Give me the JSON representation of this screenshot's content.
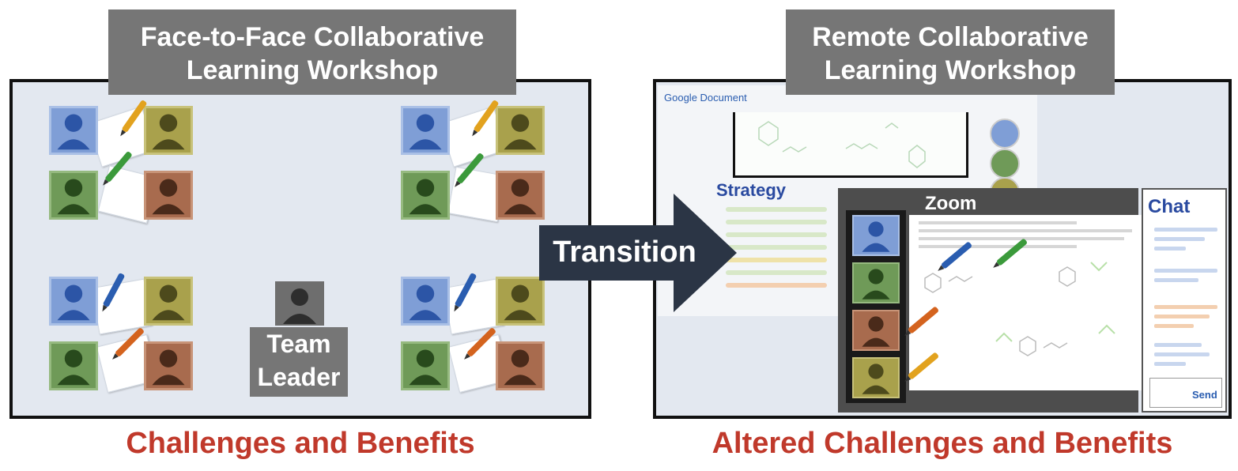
{
  "left": {
    "title_line1": "Face-to-Face Collaborative",
    "title_line2": "Learning Workshop",
    "caption": "Challenges and Benefits",
    "team_leader_line1": "Team",
    "team_leader_line2": "Leader"
  },
  "transition": {
    "label": "Transition"
  },
  "right": {
    "title_line1": "Remote Collaborative",
    "title_line2": "Learning Workshop",
    "caption": "Altered Challenges and Benefits",
    "google_doc_label": "Google Document",
    "strategy_label": "Strategy",
    "zoom_label": "Zoom",
    "chat_label": "Chat",
    "send_label": "Send"
  },
  "colors": {
    "title_bg": "#767676",
    "caption_red": "#c0392b",
    "arrow": "#2b3545",
    "avatar_blue": "#7f9ed6",
    "avatar_yellow": "#a9a14c",
    "avatar_green": "#6f9a58",
    "avatar_brown": "#a86b4e"
  }
}
